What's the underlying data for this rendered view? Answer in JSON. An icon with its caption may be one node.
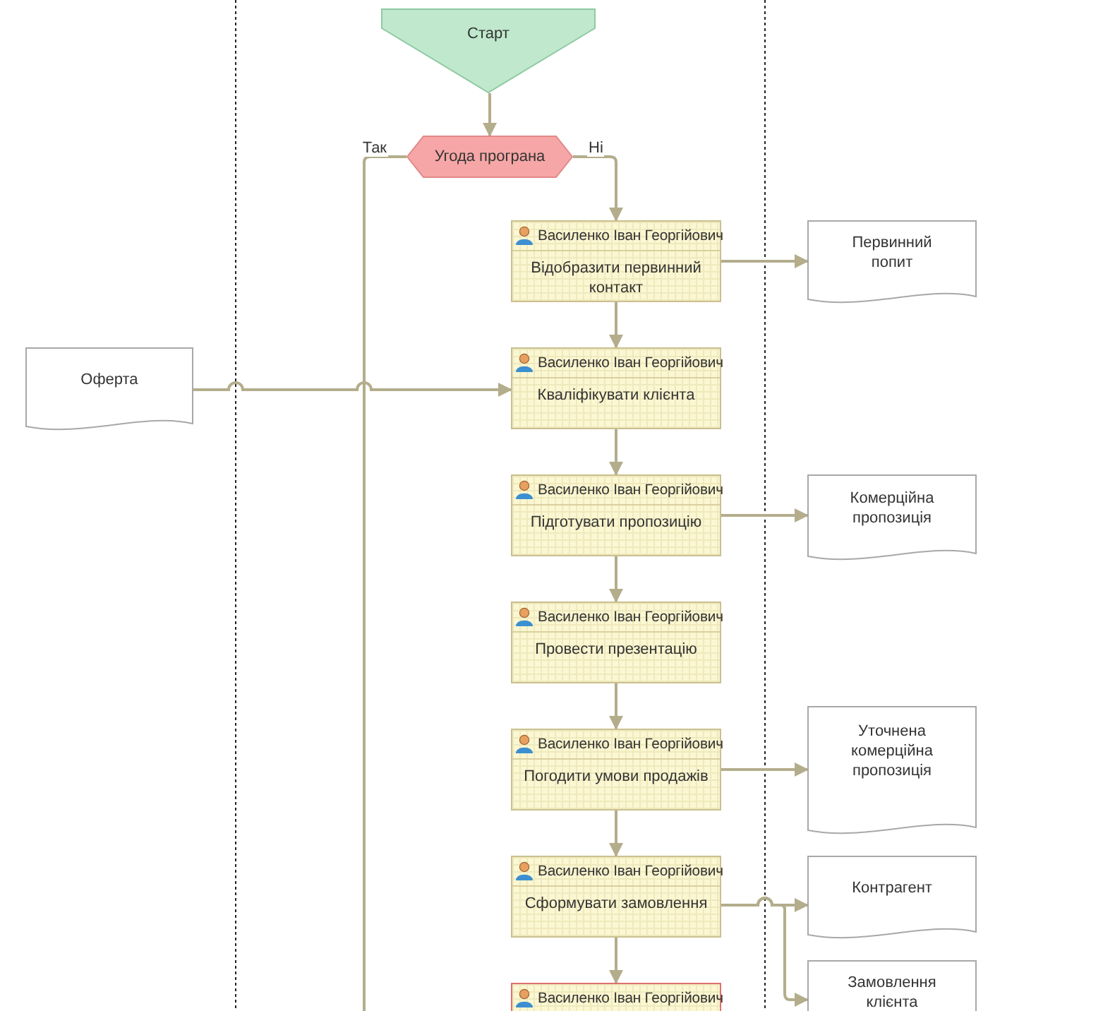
{
  "diagram": {
    "nodes": [
      {
        "text": [
          "Старт"
        ]
      },
      {
        "text": [
          "Угода програна"
        ]
      },
      {
        "text": [
          "Василенко Іван Георгійович",
          "Відобразити первинний контакт"
        ]
      },
      {
        "text": [
          "Василенко Іван Георгійович",
          "Кваліфікувати клієнта"
        ]
      },
      {
        "text": [
          "Василенко Іван Георгійович",
          "Підготувати пропозицію"
        ]
      },
      {
        "text": [
          "Василенко Іван Георгійович",
          "Провести презентацію"
        ]
      },
      {
        "text": [
          "Василенко Іван Георгійович",
          "Погодити умови продажів"
        ]
      },
      {
        "text": [
          "Василенко Іван Георгійович",
          "Сформувати замовлення"
        ]
      },
      {
        "text": [
          "Василенко Іван Георгійович"
        ]
      },
      {
        "text": [
          "Первинний попит"
        ]
      },
      {
        "text": [
          "Оферта"
        ]
      },
      {
        "text": [
          "Комерційна пропозиція"
        ]
      },
      {
        "text": [
          "Уточнена комерційна пропозиція"
        ]
      },
      {
        "text": [
          "Контрагент"
        ]
      },
      {
        "text": [
          "Замовлення клієнта"
        ]
      }
    ],
    "edges": [
      {
        "from": 0,
        "to": 1,
        "arrow": "to"
      },
      {
        "from": 1,
        "to": 2,
        "arrow": "to",
        "label": "Ні"
      },
      {
        "from": 1,
        "to": null,
        "arrow": "none",
        "label": "Так"
      },
      {
        "from": 2,
        "to": 3,
        "arrow": "to"
      },
      {
        "from": 3,
        "to": 4,
        "arrow": "to"
      },
      {
        "from": 4,
        "to": 5,
        "arrow": "to"
      },
      {
        "from": 5,
        "to": 6,
        "arrow": "to"
      },
      {
        "from": 6,
        "to": 7,
        "arrow": "to"
      },
      {
        "from": 7,
        "to": 8,
        "arrow": "to"
      },
      {
        "from": 2,
        "to": 9,
        "arrow": "to"
      },
      {
        "from": 10,
        "to": 3,
        "arrow": "to"
      },
      {
        "from": 4,
        "to": 11,
        "arrow": "to"
      },
      {
        "from": 6,
        "to": 12,
        "arrow": "to"
      },
      {
        "from": 7,
        "to": 13,
        "arrow": "to"
      },
      {
        "from": 7,
        "to": 14,
        "arrow": "to"
      }
    ]
  }
}
